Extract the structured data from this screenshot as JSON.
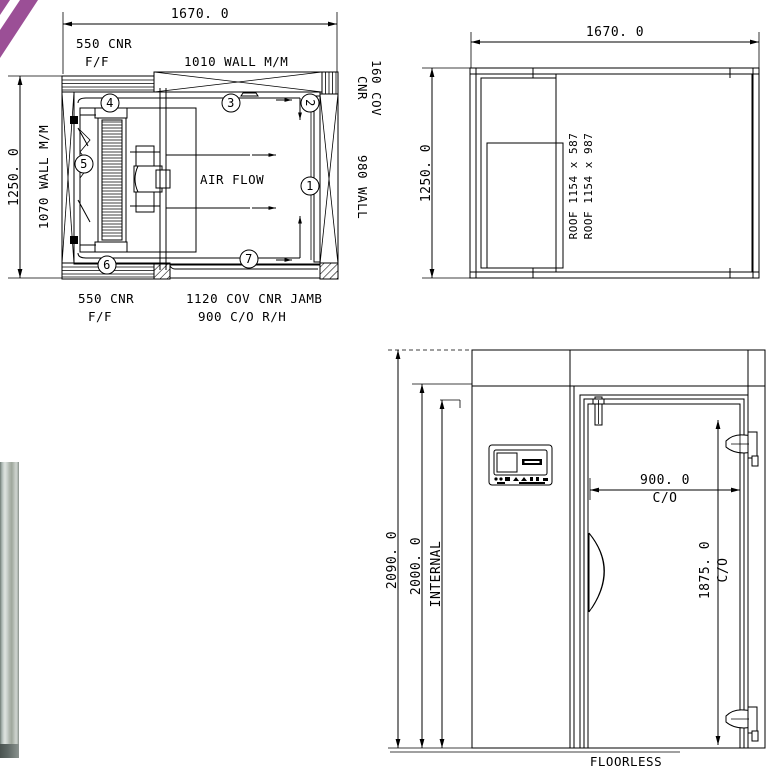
{
  "sheet": {
    "title": "Coldroom general arrangement drawing",
    "background_color": "#ffffff",
    "line_color": "#000000",
    "accent_color": "#9b4f96"
  },
  "decor": {
    "corner_banner_name": "purple-corner-banner",
    "corner_banner_color": "#9b4f96",
    "photo_strip_name": "aluminium-profile-photo"
  },
  "plan_view": {
    "name": "plan-view",
    "dimensions": {
      "overall_width": "1670. 0",
      "overall_depth": "1250. 0"
    },
    "labels": {
      "top_left_1": "550 CNR",
      "top_left_2": "F/F",
      "top_center": "1010 WALL M/M",
      "right_top_1": "160 COV",
      "right_top_2": "CNR",
      "right_mid": "980 WALL",
      "left_inner": "1070 WALL M/M",
      "bottom_left_1": "550 CNR",
      "bottom_left_2": "F/F",
      "bottom_center_1": "1120 COV CNR JAMB",
      "bottom_center_2": "900 C/O  R/H",
      "air_flow": "AIR FLOW"
    },
    "balloons": [
      {
        "id": "1",
        "label": "1"
      },
      {
        "id": "2",
        "label": "2"
      },
      {
        "id": "3",
        "label": "3"
      },
      {
        "id": "4",
        "label": "4"
      },
      {
        "id": "5",
        "label": "5"
      },
      {
        "id": "6",
        "label": "6"
      },
      {
        "id": "7",
        "label": "7"
      }
    ]
  },
  "roof_view": {
    "name": "roof-plan-view",
    "dimensions": {
      "overall_width": "1670. 0",
      "overall_depth": "1250. 0"
    },
    "labels": {
      "roof_panel_small": "ROOF 1154 x 587",
      "roof_panel_large": "ROOF 1154 x 987"
    }
  },
  "elevation_view": {
    "name": "front-elevation-view",
    "dimensions": {
      "overall_height": "2090. 0",
      "internal_height": "2000. 0",
      "internal_label": "INTERNAL",
      "door_width": "900. 0",
      "door_width_note": "C/O",
      "door_height": "1875. 0",
      "door_height_note": "C/O"
    },
    "labels": {
      "floor_note": "FLOORLESS"
    },
    "components": {
      "control_panel": "control-panel",
      "door_handle": "door-handle",
      "hinge_top": "door-hinge-top",
      "hinge_bottom": "door-hinge-bottom",
      "door_closer": "door-closer"
    }
  }
}
